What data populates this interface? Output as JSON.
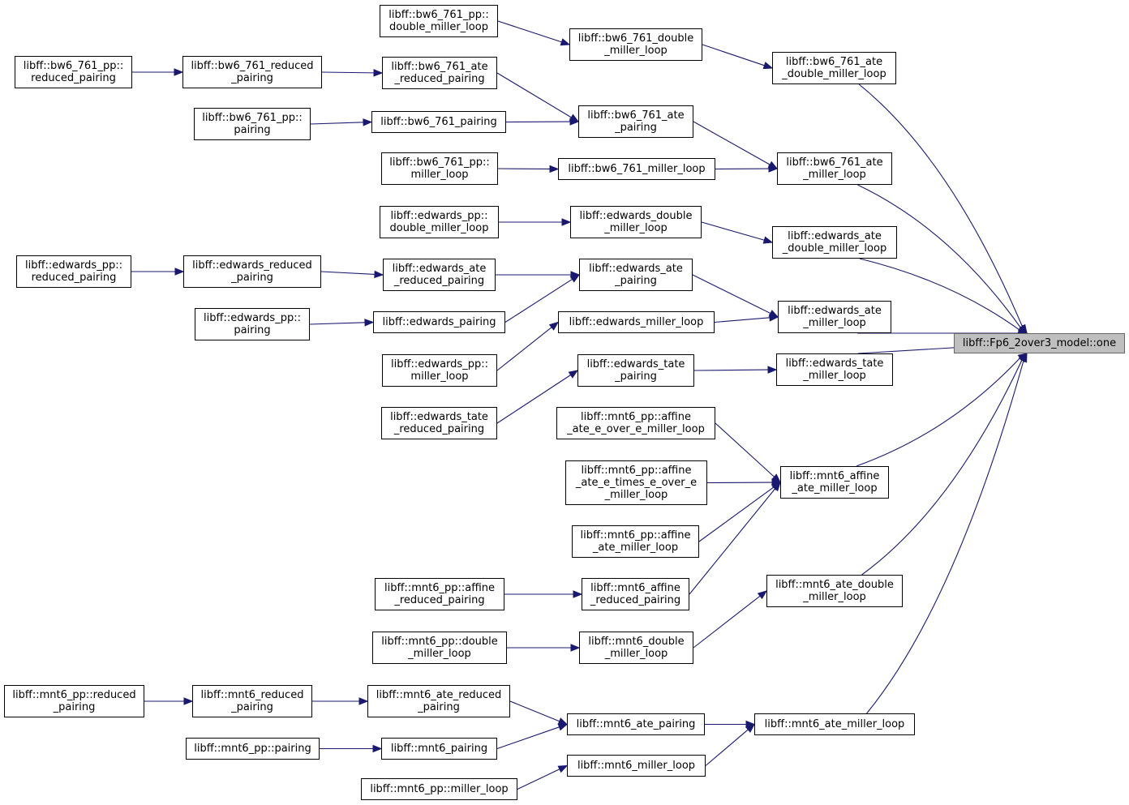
{
  "nodes": [
    {
      "id": "root",
      "label": "libff::Fp6_2over3_model::one",
      "root": true
    },
    {
      "id": "bw6_ate_dml",
      "label": "libff::bw6_761_ate\n_double_miller_loop"
    },
    {
      "id": "bw6_ate_ml",
      "label": "libff::bw6_761_ate\n_miller_loop"
    },
    {
      "id": "ed_ate_dml",
      "label": "libff::edwards_ate\n_double_miller_loop"
    },
    {
      "id": "ed_ate_ml",
      "label": "libff::edwards_ate\n_miller_loop"
    },
    {
      "id": "ed_tate_ml",
      "label": "libff::edwards_tate\n_miller_loop"
    },
    {
      "id": "mnt6_aff_ate_ml",
      "label": "libff::mnt6_affine\n_ate_miller_loop"
    },
    {
      "id": "mnt6_ate_dml",
      "label": "libff::mnt6_ate_double\n_miller_loop"
    },
    {
      "id": "mnt6_ate_ml",
      "label": "libff::mnt6_ate_miller_loop"
    },
    {
      "id": "bw6_dml",
      "label": "libff::bw6_761_double\n_miller_loop"
    },
    {
      "id": "bw6_ate_red",
      "label": "libff::bw6_761_ate\n_reduced_pairing"
    },
    {
      "id": "bw6_ate_pair",
      "label": "libff::bw6_761_ate\n_pairing"
    },
    {
      "id": "bw6_ml",
      "label": "libff::bw6_761_miller_loop"
    },
    {
      "id": "bw6_pp_dml",
      "label": "libff::bw6_761_pp::\ndouble_miller_loop"
    },
    {
      "id": "bw6_red",
      "label": "libff::bw6_761_reduced\n_pairing"
    },
    {
      "id": "bw6_pp_red",
      "label": "libff::bw6_761_pp::\nreduced_pairing"
    },
    {
      "id": "bw6_pair",
      "label": "libff::bw6_761_pairing"
    },
    {
      "id": "bw6_pp_pair",
      "label": "libff::bw6_761_pp::\npairing"
    },
    {
      "id": "bw6_pp_ml",
      "label": "libff::bw6_761_pp::\nmiller_loop"
    },
    {
      "id": "ed_dml",
      "label": "libff::edwards_double\n_miller_loop"
    },
    {
      "id": "ed_pp_dml",
      "label": "libff::edwards_pp::\ndouble_miller_loop"
    },
    {
      "id": "ed_ate_pair",
      "label": "libff::edwards_ate\n_pairing"
    },
    {
      "id": "ed_ate_red",
      "label": "libff::edwards_ate\n_reduced_pairing"
    },
    {
      "id": "ed_red",
      "label": "libff::edwards_reduced\n_pairing"
    },
    {
      "id": "ed_pp_red",
      "label": "libff::edwards_pp::\nreduced_pairing"
    },
    {
      "id": "ed_pair",
      "label": "libff::edwards_pairing"
    },
    {
      "id": "ed_pp_pair",
      "label": "libff::edwards_pp::\npairing"
    },
    {
      "id": "ed_ml",
      "label": "libff::edwards_miller_loop"
    },
    {
      "id": "ed_pp_ml",
      "label": "libff::edwards_pp::\nmiller_loop"
    },
    {
      "id": "ed_tate_pair",
      "label": "libff::edwards_tate\n_pairing"
    },
    {
      "id": "ed_tate_red",
      "label": "libff::edwards_tate\n_reduced_pairing"
    },
    {
      "id": "mnt6_pp_aff_eoe",
      "label": "libff::mnt6_pp::affine\n_ate_e_over_e_miller_loop"
    },
    {
      "id": "mnt6_pp_aff_etoe",
      "label": "libff::mnt6_pp::affine\n_ate_e_times_e_over_e\n_miller_loop"
    },
    {
      "id": "mnt6_pp_aff_ml",
      "label": "libff::mnt6_pp::affine\n_ate_miller_loop"
    },
    {
      "id": "mnt6_aff_red",
      "label": "libff::mnt6_affine\n_reduced_pairing"
    },
    {
      "id": "mnt6_pp_aff_red",
      "label": "libff::mnt6_pp::affine\n_reduced_pairing"
    },
    {
      "id": "mnt6_dml",
      "label": "libff::mnt6_double\n_miller_loop"
    },
    {
      "id": "mnt6_pp_dml",
      "label": "libff::mnt6_pp::double\n_miller_loop"
    },
    {
      "id": "mnt6_ate_pair",
      "label": "libff::mnt6_ate_pairing"
    },
    {
      "id": "mnt6_ate_red",
      "label": "libff::mnt6_ate_reduced\n_pairing"
    },
    {
      "id": "mnt6_red",
      "label": "libff::mnt6_reduced\n_pairing"
    },
    {
      "id": "mnt6_pp_red",
      "label": "libff::mnt6_pp::reduced\n_pairing"
    },
    {
      "id": "mnt6_pair",
      "label": "libff::mnt6_pairing"
    },
    {
      "id": "mnt6_pp_pair",
      "label": "libff::mnt6_pp::pairing"
    },
    {
      "id": "mnt6_ml",
      "label": "libff::mnt6_miller_loop"
    },
    {
      "id": "mnt6_pp_ml",
      "label": "libff::mnt6_pp::miller_loop"
    }
  ],
  "edges": [
    [
      "bw6_ate_dml",
      "root"
    ],
    [
      "bw6_ate_ml",
      "root"
    ],
    [
      "ed_ate_dml",
      "root"
    ],
    [
      "ed_ate_ml",
      "root"
    ],
    [
      "ed_tate_ml",
      "root"
    ],
    [
      "mnt6_aff_ate_ml",
      "root"
    ],
    [
      "mnt6_ate_dml",
      "root"
    ],
    [
      "mnt6_ate_ml",
      "root"
    ],
    [
      "bw6_dml",
      "bw6_ate_dml"
    ],
    [
      "bw6_pp_dml",
      "bw6_dml"
    ],
    [
      "bw6_ate_red",
      "bw6_ate_pair"
    ],
    [
      "bw6_red",
      "bw6_ate_red"
    ],
    [
      "bw6_pp_red",
      "bw6_red"
    ],
    [
      "bw6_pair",
      "bw6_ate_pair"
    ],
    [
      "bw6_pp_pair",
      "bw6_pair"
    ],
    [
      "bw6_ate_pair",
      "bw6_ate_ml"
    ],
    [
      "bw6_ml",
      "bw6_ate_ml"
    ],
    [
      "bw6_pp_ml",
      "bw6_ml"
    ],
    [
      "ed_dml",
      "ed_ate_dml"
    ],
    [
      "ed_pp_dml",
      "ed_dml"
    ],
    [
      "ed_ate_red",
      "ed_ate_pair"
    ],
    [
      "ed_red",
      "ed_ate_red"
    ],
    [
      "ed_pp_red",
      "ed_red"
    ],
    [
      "ed_pair",
      "ed_ate_pair"
    ],
    [
      "ed_pp_pair",
      "ed_pair"
    ],
    [
      "ed_ate_pair",
      "ed_ate_ml"
    ],
    [
      "ed_ml",
      "ed_ate_ml"
    ],
    [
      "ed_pp_ml",
      "ed_ml"
    ],
    [
      "ed_tate_pair",
      "ed_tate_ml"
    ],
    [
      "ed_tate_red",
      "ed_tate_pair"
    ],
    [
      "mnt6_pp_aff_eoe",
      "mnt6_aff_ate_ml"
    ],
    [
      "mnt6_pp_aff_etoe",
      "mnt6_aff_ate_ml"
    ],
    [
      "mnt6_pp_aff_ml",
      "mnt6_aff_ate_ml"
    ],
    [
      "mnt6_aff_red",
      "mnt6_aff_ate_ml"
    ],
    [
      "mnt6_pp_aff_red",
      "mnt6_aff_red"
    ],
    [
      "mnt6_dml",
      "mnt6_ate_dml"
    ],
    [
      "mnt6_pp_dml",
      "mnt6_dml"
    ],
    [
      "mnt6_ate_pair",
      "mnt6_ate_ml"
    ],
    [
      "mnt6_ate_red",
      "mnt6_ate_pair"
    ],
    [
      "mnt6_red",
      "mnt6_ate_red"
    ],
    [
      "mnt6_pp_red",
      "mnt6_red"
    ],
    [
      "mnt6_pair",
      "mnt6_ate_pair"
    ],
    [
      "mnt6_pp_pair",
      "mnt6_pair"
    ],
    [
      "mnt6_ml",
      "mnt6_ate_ml"
    ],
    [
      "mnt6_pp_ml",
      "mnt6_ml"
    ]
  ],
  "colors": {
    "edge": "#191970",
    "root_fill": "#bfbfbf",
    "node_border": "#000000"
  }
}
